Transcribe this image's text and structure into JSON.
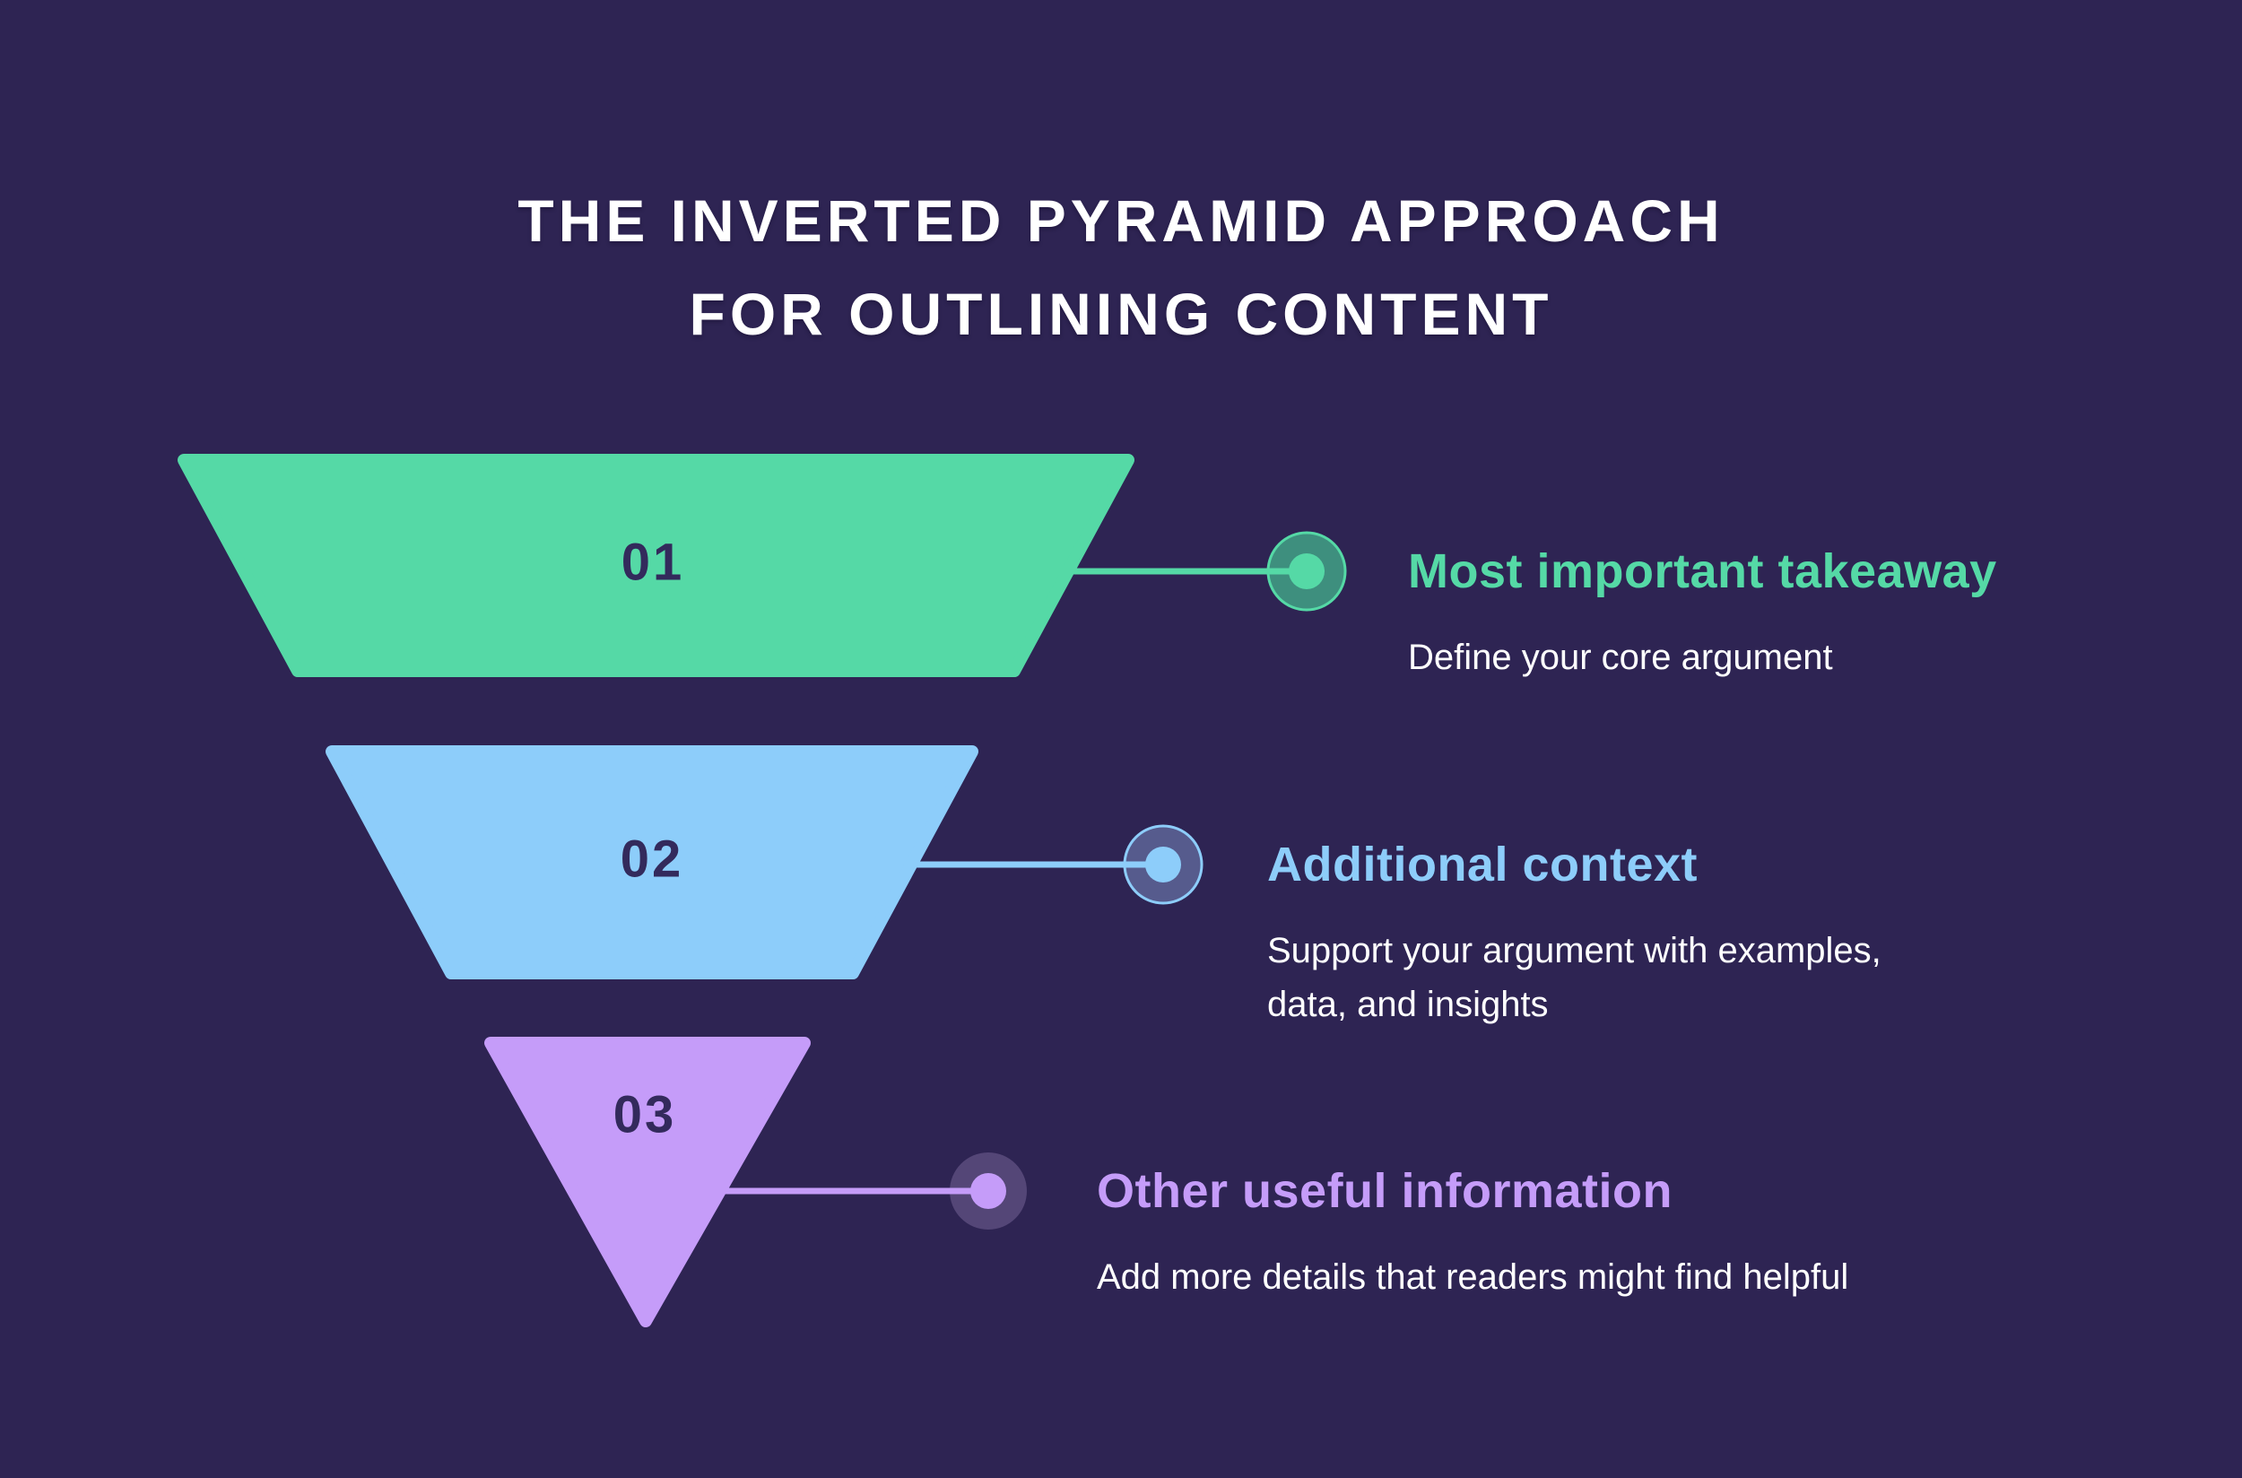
{
  "title": {
    "line1": "THE INVERTED PYRAMID APPROACH",
    "line2": "FOR OUTLINING CONTENT"
  },
  "palette": {
    "background": "#2E2453",
    "title_text": "#FFFFFF",
    "body_text": "#FFFFFF",
    "number_text": "#332A5C",
    "level1": "#55D9A6",
    "level1_ring": "#3E8F7E",
    "level2": "#8DCDFA",
    "level2_ring": "#565B8D",
    "level3": "#C59CF9",
    "level3_ring": "#544677"
  },
  "sections": [
    {
      "number": "01",
      "heading": "Most important takeaway",
      "description": "Define your core argument"
    },
    {
      "number": "02",
      "heading": "Additional context",
      "description": "Support your argument with examples, data, and insights"
    },
    {
      "number": "03",
      "heading": "Other useful information",
      "description": "Add more details that readers might find helpful"
    }
  ]
}
